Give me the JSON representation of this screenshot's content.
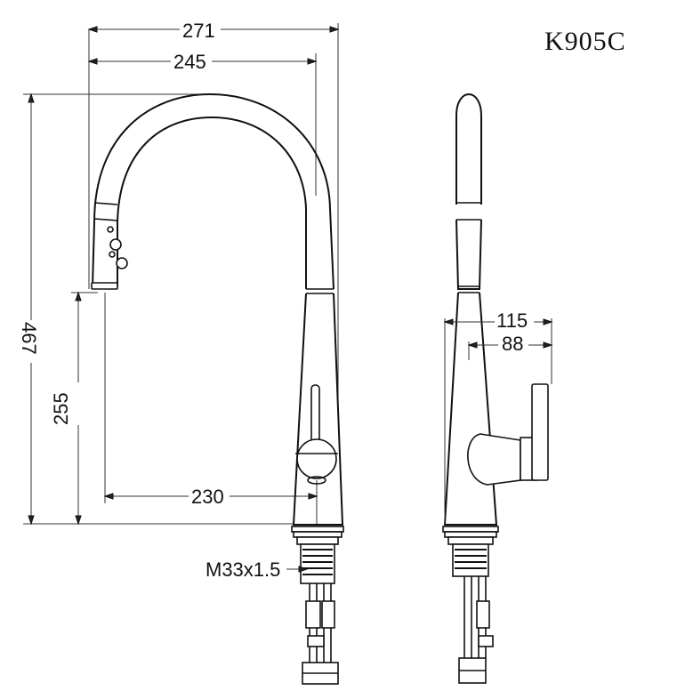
{
  "model_code": "K905C",
  "dimensions": {
    "overall_reach": "271",
    "spout_reach": "245",
    "total_height": "467",
    "spout_outlet_height": "255",
    "outlet_to_center": "230",
    "side_handle_outer": "115",
    "side_handle_inner": "88"
  },
  "thread_spec": "M33x1.5",
  "views": [
    "front-view",
    "side-view"
  ]
}
